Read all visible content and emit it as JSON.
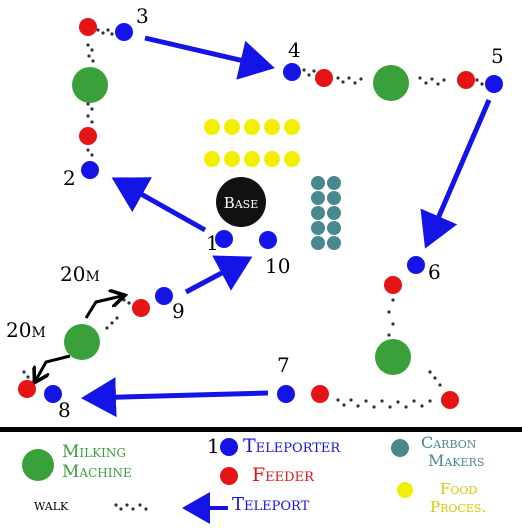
{
  "colors": {
    "milking_machine": "#3aa13a",
    "teleporter": "#1414e6",
    "feeder": "#e61414",
    "carbon_maker": "#4a8890",
    "food_processor": "#f2ef00",
    "arrow": "#1414e6",
    "base": "#111111"
  },
  "base": {
    "label": "Base"
  },
  "teleporters": [
    {
      "n": "1",
      "label": "1"
    },
    {
      "n": "2",
      "label": "2"
    },
    {
      "n": "3",
      "label": "3"
    },
    {
      "n": "4",
      "label": "4"
    },
    {
      "n": "5",
      "label": "5"
    },
    {
      "n": "6",
      "label": "6"
    },
    {
      "n": "7",
      "label": "7"
    },
    {
      "n": "8",
      "label": "8"
    },
    {
      "n": "9",
      "label": "9"
    },
    {
      "n": "10",
      "label": "10"
    }
  ],
  "distances": [
    {
      "label": "20m"
    },
    {
      "label": "20m"
    }
  ],
  "legend": {
    "milking_machine": "Milking Machine",
    "teleporter_number": "1",
    "teleporter": "Teleporter",
    "carbon_makers_line1": "Carbon",
    "carbon_makers_line2": "Makers",
    "feeder": "Feeder",
    "food_proces_line1": "Food",
    "food_proces_line2": "Proces.",
    "walk": "walk",
    "teleport": "Teleport"
  }
}
